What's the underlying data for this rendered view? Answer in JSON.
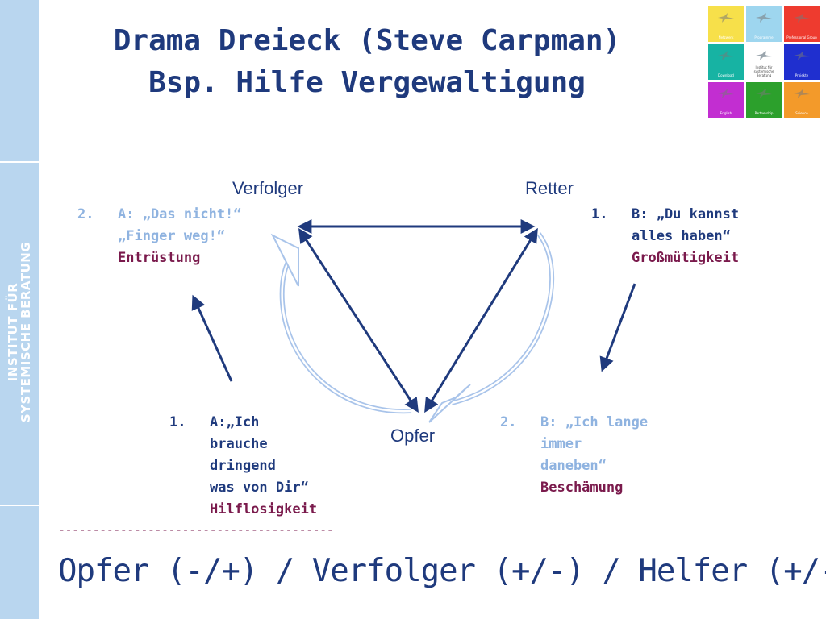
{
  "sidebar": {
    "text_line1": "INSTITUT FÜR",
    "text_line2": "SYSTEMISCHE BERATUNG"
  },
  "title": {
    "line1": "Drama Dreieck (Steve Carpman)",
    "line2": "Bsp. Hilfe Vergewaltigung"
  },
  "logo": {
    "tiles": [
      {
        "color": "#f7e04a",
        "caption": "Netzwerk"
      },
      {
        "color": "#9ed6ef",
        "caption": "Programme"
      },
      {
        "color": "#ee3b2f",
        "caption": "Professional Group"
      },
      {
        "color": "#17b3a3",
        "caption": "Download"
      },
      {
        "color": "#ffffff",
        "caption": "Institut für systemische Beratung"
      },
      {
        "color": "#1f2fcf",
        "caption": "Projekte"
      },
      {
        "color": "#c22ed1",
        "caption": "English"
      },
      {
        "color": "#2ca02c",
        "caption": "Partnership"
      },
      {
        "color": "#f39a2a",
        "caption": "Science"
      }
    ]
  },
  "nodes": {
    "verfolger": "Verfolger",
    "retter": "Retter",
    "opfer": "Opfer"
  },
  "notes": {
    "a2": {
      "number": "2.",
      "line1": "A: „Das nicht!“",
      "line2": "„Finger weg!“",
      "feeling": "Entrüstung"
    },
    "b1": {
      "number": "1.",
      "line1": "B: „Du kannst",
      "line2": "alles haben“",
      "feeling": "Großmütigkeit"
    },
    "a1": {
      "number": "1.",
      "line1": "A:„Ich",
      "line2": "brauche",
      "line3": "dringend",
      "line4": "was von Dir“",
      "feeling": "Hilflosigkeit"
    },
    "b2": {
      "number": "2.",
      "line1": "B: „Ich lange",
      "line2": "immer",
      "line3": "daneben“",
      "feeling": "Beschämung"
    }
  },
  "divider": "----------------------------------------",
  "summary": "Opfer (-/+) / Verfolger (+/-) / Helfer (+/-)",
  "colors": {
    "title": "#1f3a7d",
    "arrow_dark": "#1f3a7d",
    "arrow_light": "#a9c4ea",
    "feeling": "#7a1a4c",
    "light_text": "#8fb3e0",
    "sidebar": "#b9d6ef"
  }
}
